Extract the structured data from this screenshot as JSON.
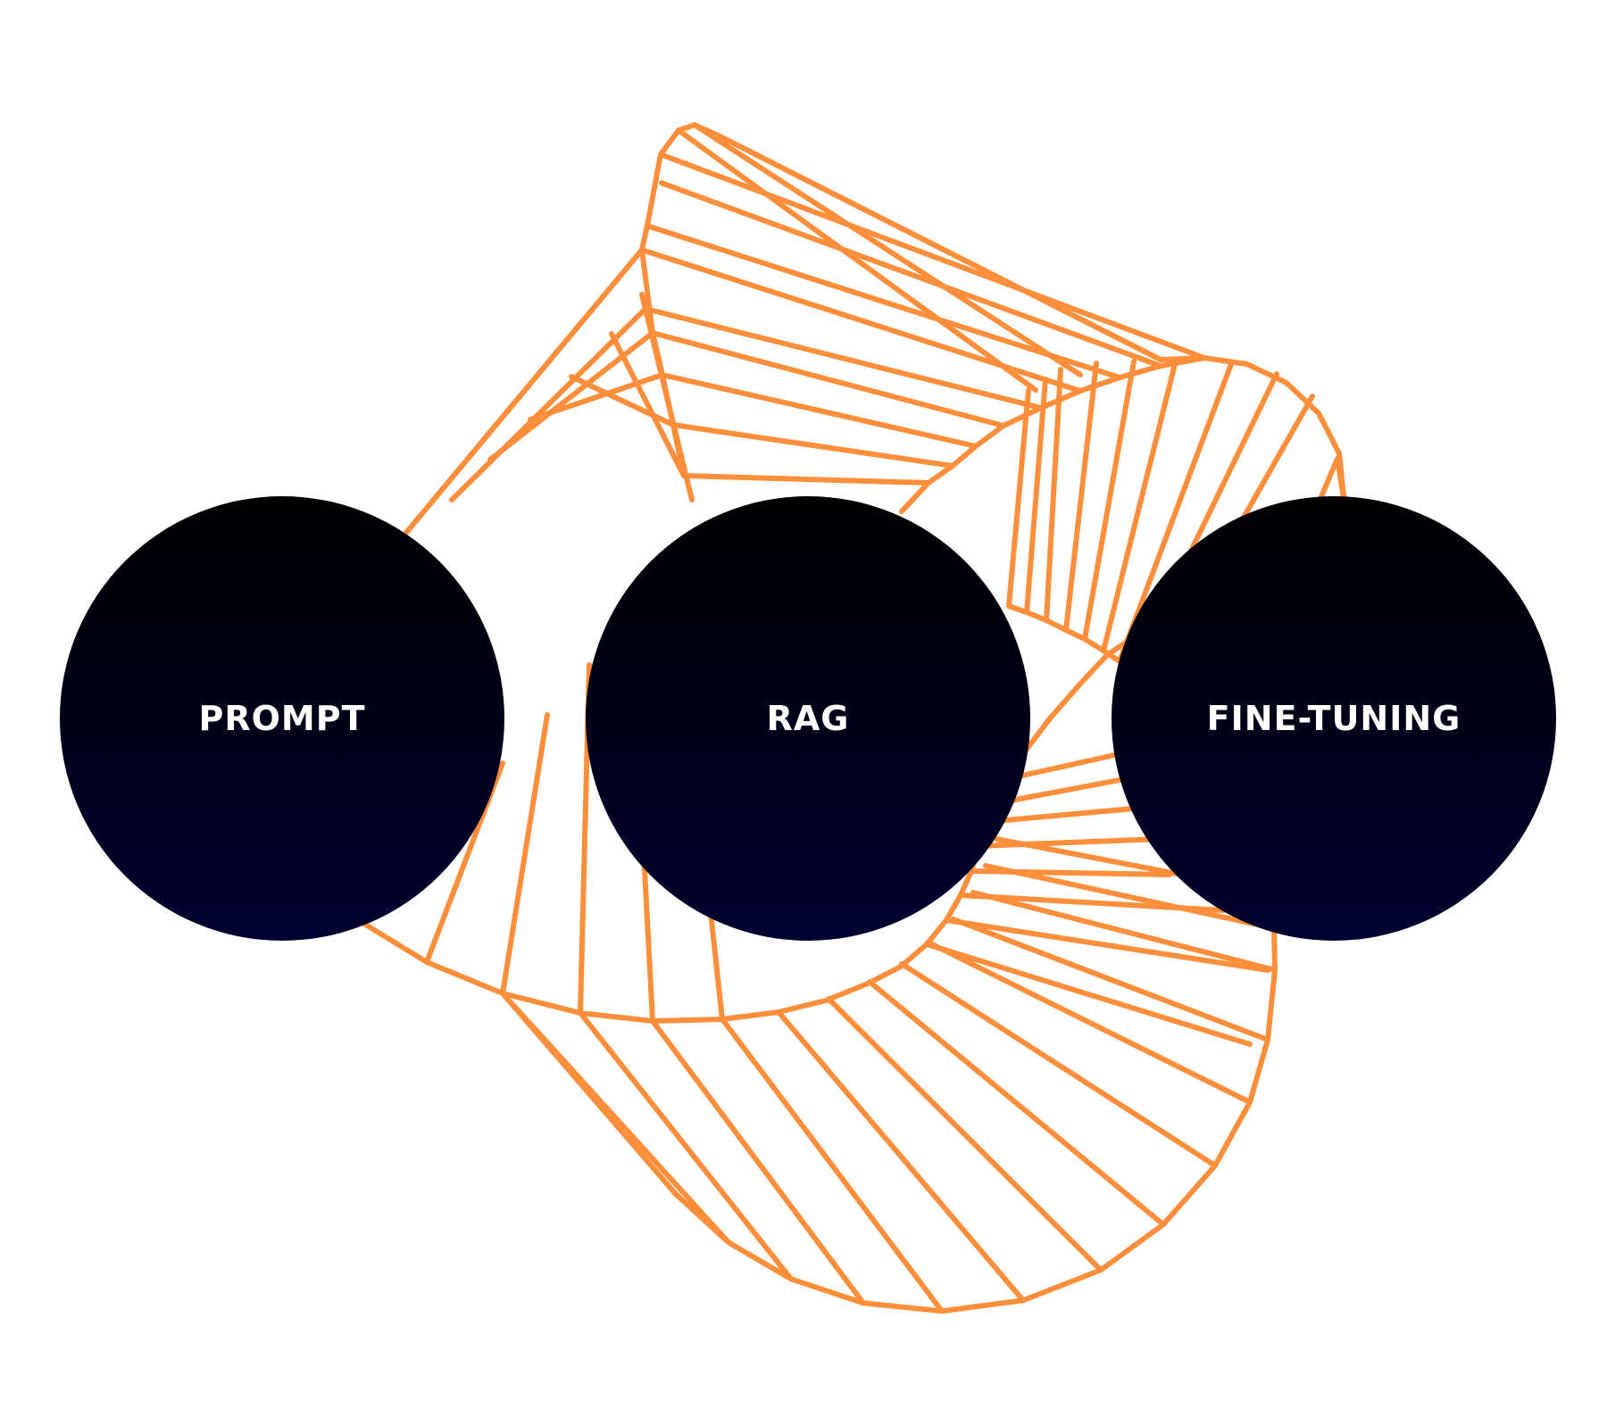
{
  "colors": {
    "ribbon_stroke": "#fd8f3c",
    "circle_gradient_top": "#000000",
    "circle_gradient_bottom": "#00012f",
    "label_text": "#ffffff",
    "background": "#ffffff"
  },
  "nodes": [
    {
      "id": "prompt",
      "label": "PROMPT"
    },
    {
      "id": "rag",
      "label": "RAG"
    },
    {
      "id": "fine_tuning",
      "label": "FINE-TUNING"
    }
  ]
}
